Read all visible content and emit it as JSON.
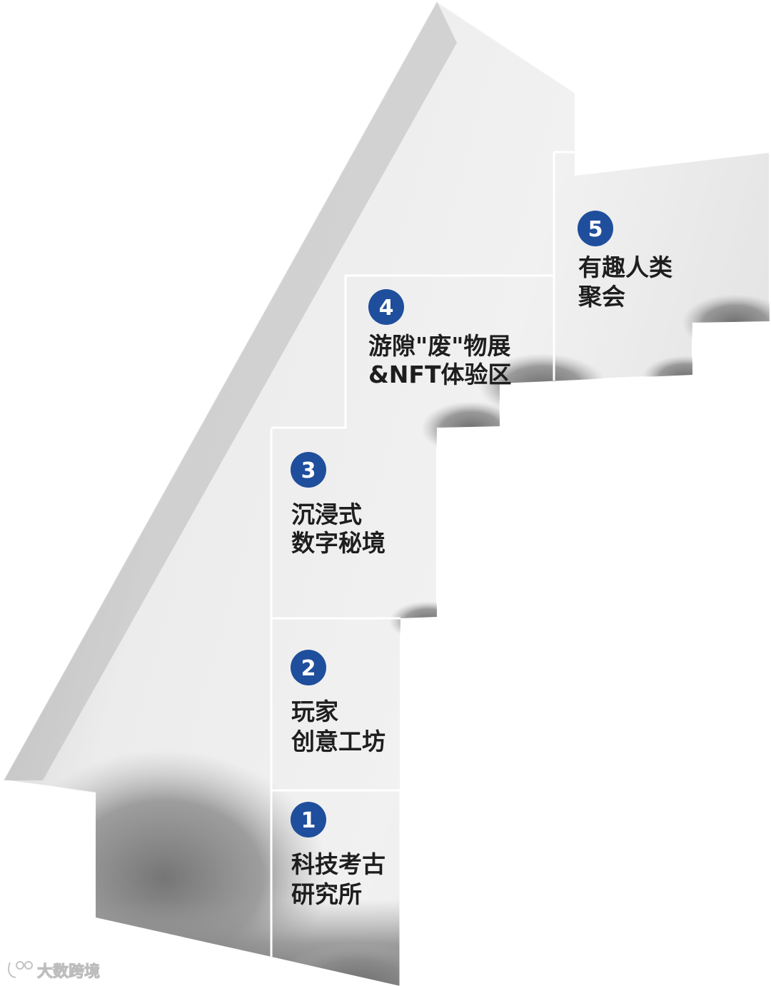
{
  "zones": [
    {
      "number": "1",
      "line1": "科技考古",
      "line2": "研究所"
    },
    {
      "number": "2",
      "line1": "玩家",
      "line2": "创意工坊"
    },
    {
      "number": "3",
      "line1": "沉浸式",
      "line2": "数字秘境"
    },
    {
      "number": "4",
      "line1": "游隙\"废\"物展",
      "line2": "&NFT体验区"
    },
    {
      "number": "5",
      "line1": "有趣人类",
      "line2": "聚会"
    }
  ],
  "watermark": {
    "text": "大数跨境"
  },
  "colors": {
    "badge": "#1f4e9c",
    "floor_light": "#f2f2f2",
    "floor_shadow": "#7a7a7a",
    "divider": "#ffffff",
    "text": "#1e1e1e"
  }
}
